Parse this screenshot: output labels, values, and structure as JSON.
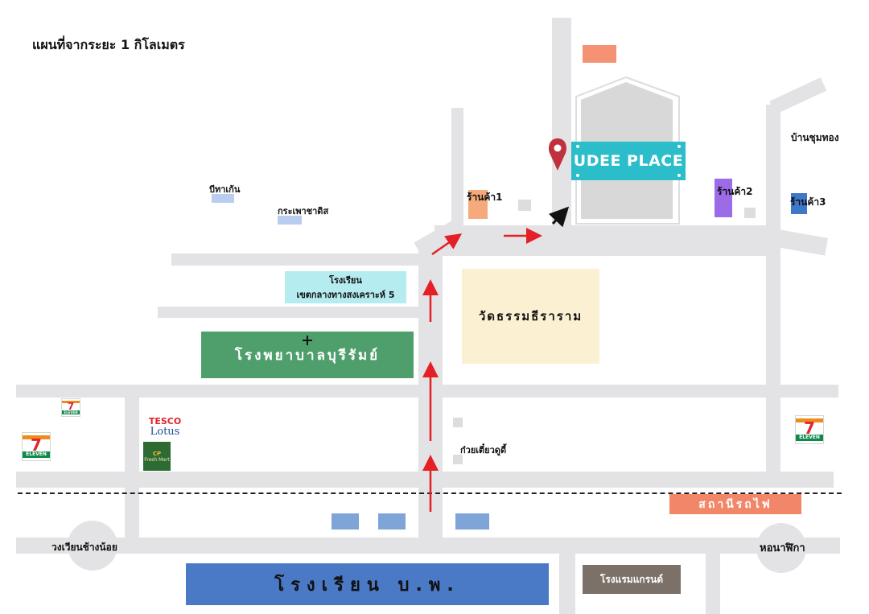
{
  "title": "แผนที่จากระยะ 1 กิโลเมตร",
  "places": {
    "udee_place": "UDEE PLACE",
    "shop1": "ร้านค้า1",
    "shop2": "ร้านค้า2",
    "shop3": "ร้านค้า3",
    "ban_chumthong": "บ้านชุมทอง",
    "bee_takan": "บีทาเก้น",
    "kaprao_chadis": "กระเพาชาดิส",
    "school_special_line1": "โรงเรียน",
    "school_special_line2": "เขตกลางทางสงเคราะห์ 5",
    "temple": "วัดธรรมธีราราม",
    "hospital": "โรงพยาบาลบุรีรัมย์",
    "noodle_shop": "ก๋วยเตี๋ยวดูดี้",
    "train_station": "สถานีรถไฟ",
    "circle_left": "วงเวียนช้างน้อย",
    "circle_right": "หอนาฬิกา",
    "school_bp": "โรงเรียน บ.พ.",
    "hotel": "โรงแรมแกรนด์",
    "tesco_line1": "TESCO",
    "tesco_line2": "Lotus",
    "cp_line1": "CP",
    "cp_line2": "Fresh Mart",
    "seven_eleven_number": "7",
    "seven_eleven_brand": "ELEVEN"
  },
  "colors": {
    "road": "#e3e2e4",
    "udee": "#2bbdc9",
    "pin": "#c0313d",
    "route_arrow": "#e41f26",
    "shop1": "#f6a97a",
    "shop2": "#9b6be8",
    "shop3": "#3f78c9",
    "school_special": "#b5ecf0",
    "temple": "#fbf1d2",
    "hospital": "#4f9f6c",
    "train_station": "#f18668",
    "school_bp": "#4a7ac6",
    "hotel": "#7c7169",
    "light_blue_building": "#b8cdef",
    "blue_building": "#7fa4d8",
    "top_building": "#f69274"
  },
  "icons": {
    "pin": "map-pin-icon",
    "hospital_cross": "plus-icon",
    "route": "arrow-icon"
  }
}
